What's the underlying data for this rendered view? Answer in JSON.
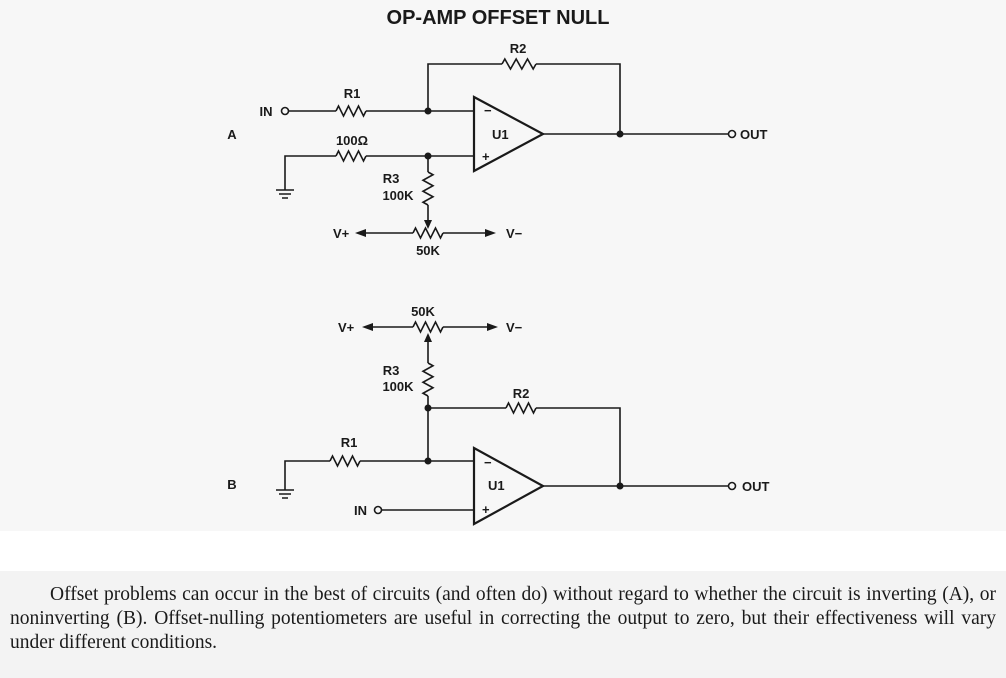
{
  "title": "OP-AMP OFFSET NULL",
  "circuit_a": {
    "label": "A",
    "in_label": "IN",
    "out_label": "OUT",
    "r1": "R1",
    "r2": "R2",
    "r_gnd": "100Ω",
    "r3": "R3",
    "r3_value": "100K",
    "pot": "50K",
    "v_plus": "V+",
    "v_minus": "V−",
    "amp": "U1",
    "minus": "−",
    "plus": "+"
  },
  "circuit_b": {
    "label": "B",
    "in_label": "IN",
    "out_label": "OUT",
    "r1": "R1",
    "r2": "R2",
    "r3": "R3",
    "r3_value": "100K",
    "pot": "50K",
    "v_plus": "V+",
    "v_minus": "V−",
    "amp": "U1",
    "minus": "−",
    "plus": "+"
  },
  "caption": "Offset problems can occur in the best of circuits (and often do) without regard to whether the circuit is inverting (A), or noninverting (B). Offset-nulling potentiometers are useful in correcting the output to zero, but their effectiveness will vary under different conditions."
}
